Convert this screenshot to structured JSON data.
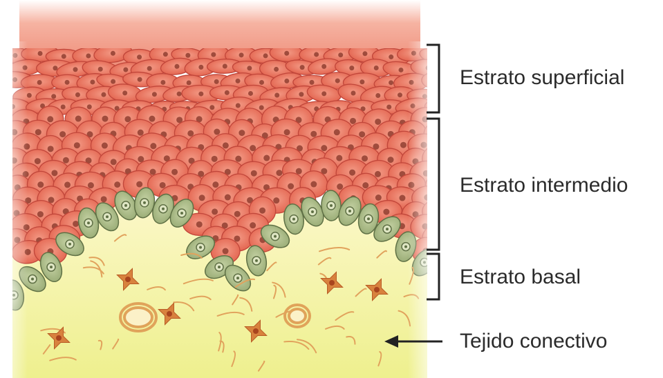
{
  "labels": {
    "superficial": "Estrato superficial",
    "intermedio": "Estrato intermedio",
    "basal": "Estrato basal",
    "conectivo": "Tejido conectivo"
  },
  "colors": {
    "surface_glow": "#f0907a",
    "squamous_cell_fill": "#e8705c",
    "squamous_cell_edge": "#c1463a",
    "nucleus": "#8b3a2c",
    "basal_cell_fill": "#a9b98a",
    "basal_cell_edge": "#5f7045",
    "connective_fill": "#f3f0a6",
    "fibroblast": "#d8823e",
    "fiber": "#e1a25c",
    "bracket": "#222222",
    "label_text": "#2b2b2b"
  },
  "icons": {
    "bracket_superficial": "bracket-icon",
    "bracket_intermedio": "bracket-icon",
    "bracket_basal": "bracket-icon",
    "arrow_conectivo": "arrow-left-icon"
  }
}
